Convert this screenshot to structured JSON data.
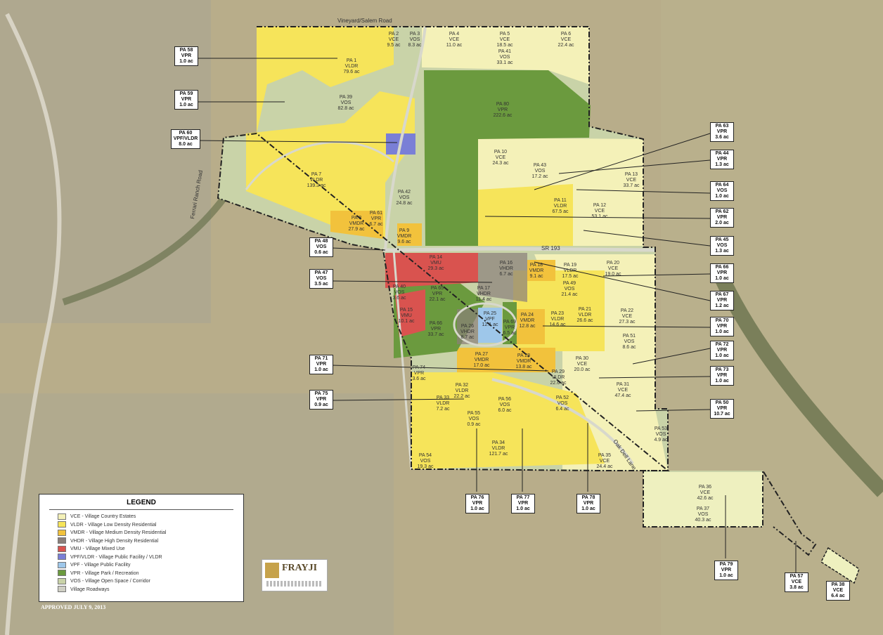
{
  "roads": {
    "vinegarden": "Vineyard/Salem Road",
    "sr193": "SR 193",
    "ferrari": "Ferrari Ranch Road",
    "oakdell": "Oak Dell Lane"
  },
  "area_labels": [
    [
      "PA 1",
      "VLDR",
      "79.6 ac"
    ],
    [
      "PA 2",
      "VCE",
      "9.5 ac"
    ],
    [
      "PA 3",
      "VOS",
      "8.3 ac"
    ],
    [
      "PA 4",
      "VCE",
      "11.0 ac"
    ],
    [
      "PA 5",
      "VCE",
      "18.5 ac"
    ],
    [
      "PA 6",
      "VCE",
      "22.4 ac"
    ],
    [
      "PA 41",
      "VOS",
      "33.1 ac"
    ],
    [
      "PA 39",
      "VOS",
      "82.8 ac"
    ],
    [
      "PA 80",
      "VPR",
      "222.6 ac"
    ],
    [
      "PA 7",
      "VLDR",
      "139.3 ac"
    ],
    [
      "PA 8",
      "VMDR",
      "27.9 ac"
    ],
    [
      "PA 61",
      "VPR",
      "6.7 ac"
    ],
    [
      "PA 9",
      "VMDR",
      "9.6 ac"
    ],
    [
      "PA 42",
      "VOS",
      "24.8 ac"
    ],
    [
      "PA 10",
      "VCE",
      "24.3 ac"
    ],
    [
      "PA 43",
      "VOS",
      "17.2 ac"
    ],
    [
      "PA 13",
      "VCE",
      "33.7 ac"
    ],
    [
      "PA 11",
      "VLDR",
      "67.5 ac"
    ],
    [
      "PA 12",
      "VCE",
      "53.1 ac"
    ],
    [
      "PA 14",
      "VMU",
      "29.3 ac"
    ],
    [
      "PA 16",
      "VHDR",
      "6.7 ac"
    ],
    [
      "PA 18",
      "VMDR",
      "9.1 ac"
    ],
    [
      "PA 19",
      "VLDR",
      "17.5 ac"
    ],
    [
      "PA 20",
      "VCE",
      "19.0 ac"
    ],
    [
      "PA 49",
      "VOS",
      "21.4 ac"
    ],
    [
      "PA 40",
      "VOS",
      "3.6 ac"
    ],
    [
      "PA 65",
      "VPR",
      "22.1 ac"
    ],
    [
      "PA 17",
      "VHDR",
      "11.4 ac"
    ],
    [
      "PA 15",
      "VMU",
      "10.1 ac"
    ],
    [
      "PA 66",
      "VPR",
      "33.7 ac"
    ],
    [
      "PA 26",
      "VHDR",
      "8.7 ac"
    ],
    [
      "PA 25",
      "VPF",
      "12.1 ac"
    ],
    [
      "PA 69",
      "VPR",
      "6.5 ac"
    ],
    [
      "PA 24",
      "VMDR",
      "12.8 ac"
    ],
    [
      "PA 23",
      "VLDR",
      "14.6 ac"
    ],
    [
      "PA 21",
      "VLDR",
      "26.6 ac"
    ],
    [
      "PA 22",
      "VCE",
      "27.3 ac"
    ],
    [
      "PA 51",
      "VOS",
      "8.6 ac"
    ],
    [
      "PA 27",
      "VMDR",
      "17.0 ac"
    ],
    [
      "PA 28",
      "VMDR",
      "13.8 ac"
    ],
    [
      "PA 30",
      "VCE",
      "20.0 ac"
    ],
    [
      "PA 29",
      "VLDR",
      "22.6 ac"
    ],
    [
      "PA 31",
      "VCE",
      "47.4 ac"
    ],
    [
      "PA 74",
      "VPR",
      "3.6 ac"
    ],
    [
      "PA 32",
      "VLDR",
      "22.2 ac"
    ],
    [
      "PA 33",
      "VLDR",
      "7.2 ac"
    ],
    [
      "PA 56",
      "VOS",
      "6.0 ac"
    ],
    [
      "PA 52",
      "VOS",
      "6.4 ac"
    ],
    [
      "PA 55",
      "VOS",
      "0.9 ac"
    ],
    [
      "PA 34",
      "VLDR",
      "121.7 ac"
    ],
    [
      "PA 53",
      "VOS",
      "4.9 ac"
    ],
    [
      "PA 54",
      "VOS",
      "19.3 ac"
    ],
    [
      "PA 35",
      "VCE",
      "24.4 ac"
    ],
    [
      "PA 36",
      "VCE",
      "42.6 ac"
    ],
    [
      "PA 37",
      "VOS",
      "40.3 ac"
    ]
  ],
  "callouts": [
    [
      "PA 58",
      "VPR",
      "1.0 ac"
    ],
    [
      "PA 59",
      "VPR",
      "1.0 ac"
    ],
    [
      "PA 60",
      "VPF/VLDR",
      "8.0 ac"
    ],
    [
      "PA 48",
      "VOS",
      "0.6 ac"
    ],
    [
      "PA 47",
      "VOS",
      "3.5 ac"
    ],
    [
      "PA 71",
      "VPR",
      "1.0 ac"
    ],
    [
      "PA 75",
      "VPR",
      "0.9 ac"
    ],
    [
      "PA 63",
      "VPR",
      "3.6 ac"
    ],
    [
      "PA 44",
      "VPR",
      "1.3 ac"
    ],
    [
      "PA 64",
      "VOS",
      "1.0 ac"
    ],
    [
      "PA 62",
      "VPR",
      "2.0 ac"
    ],
    [
      "PA 45",
      "VOS",
      "1.3 ac"
    ],
    [
      "PA 66",
      "VPR",
      "1.0 ac"
    ],
    [
      "PA 67",
      "VPR",
      "1.2 ac"
    ],
    [
      "PA 70",
      "VPR",
      "1.0 ac"
    ],
    [
      "PA 72",
      "VPR",
      "1.0 ac"
    ],
    [
      "PA 73",
      "VPR",
      "1.0 ac"
    ],
    [
      "PA 50",
      "VPR",
      "10.7 ac"
    ],
    [
      "PA 76",
      "VPR",
      "1.0 ac"
    ],
    [
      "PA 77",
      "VPR",
      "1.0 ac"
    ],
    [
      "PA 78",
      "VPR",
      "1.0 ac"
    ],
    [
      "PA 79",
      "VPR",
      "1.0 ac"
    ],
    [
      "PA 57",
      "VCE",
      "3.8 ac"
    ],
    [
      "PA 38",
      "VCE",
      "6.4 ac"
    ]
  ],
  "legend": {
    "title": "LEGEND",
    "items": [
      {
        "label": "VCE - Village Country Estates",
        "color": "#f4f1b8"
      },
      {
        "label": "VLDR - Village Low Density Residential",
        "color": "#f6e45a"
      },
      {
        "label": "VMDR - Village Medium Density Residential",
        "color": "#f2c23c"
      },
      {
        "label": "VHDR - Village High Density Residential",
        "color": "#8a7f7a"
      },
      {
        "label": "VMU - Village Mixed Use",
        "color": "#d9534f"
      },
      {
        "label": "VPF/VLDR - Village Public Facility / VLDR",
        "color": "#7a7fd6"
      },
      {
        "label": "VPF - Village Public Facility",
        "color": "#9ec7ea"
      },
      {
        "label": "VPR - Village Park / Recreation",
        "color": "#6b9a3e"
      },
      {
        "label": "VOS - Village Open Space / Corridor",
        "color": "#c9d3a8"
      },
      {
        "label": "Village Roadways",
        "color": "#cfcfc4"
      }
    ]
  },
  "approved": "APPROVED JULY 9, 2013",
  "logo": {
    "name": "FRAYJI"
  }
}
